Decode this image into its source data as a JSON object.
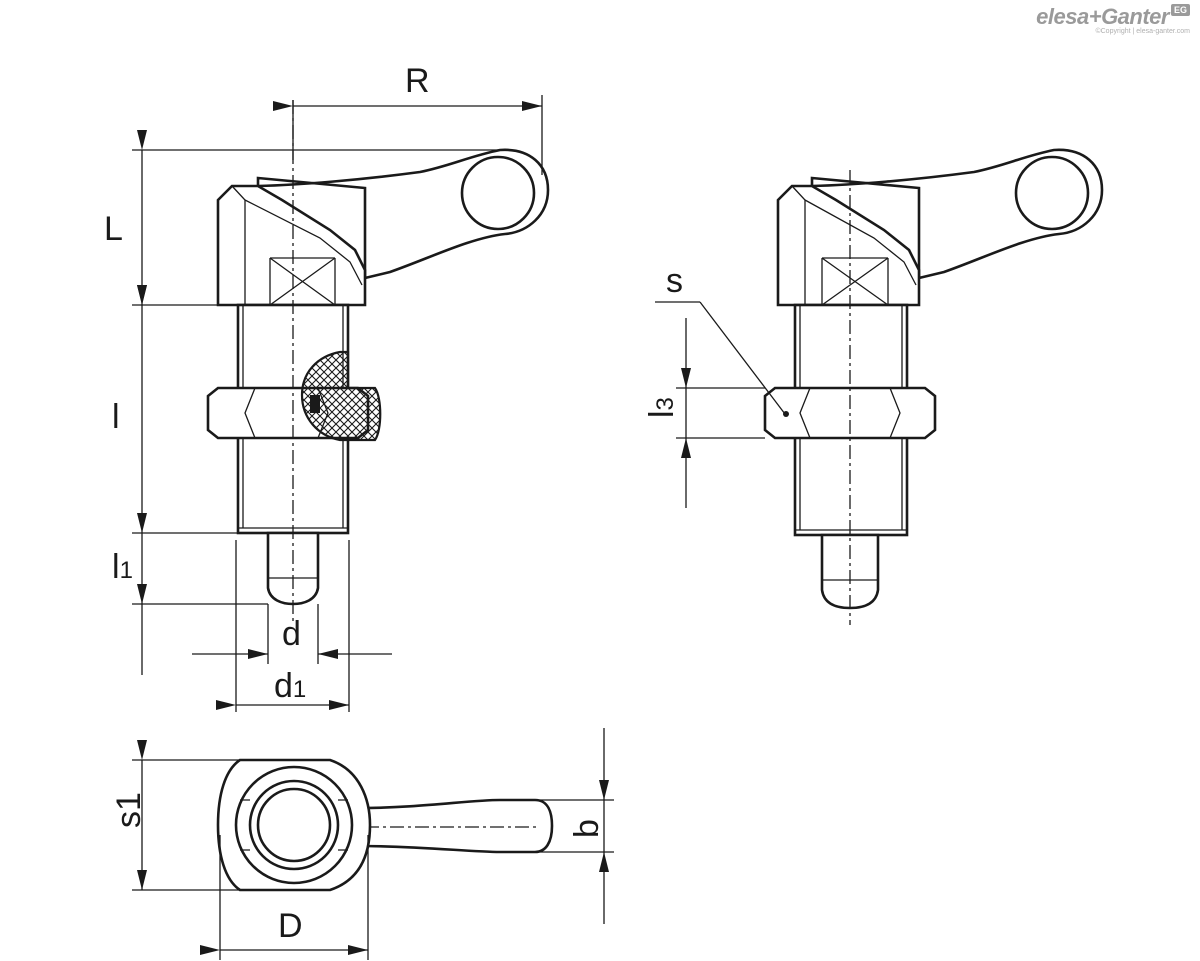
{
  "logo": {
    "brand": "elesa+Ganter",
    "badge": "EG",
    "copyright": "©Copyright | elesa-ganter.com"
  },
  "dimensions": {
    "R": "R",
    "L": "L",
    "l": "l",
    "l1_base": "l",
    "l1_sub": "1",
    "d": "d",
    "d1_base": "d",
    "d1_sub": "1",
    "s": "s",
    "l3_base": "l",
    "l3_sub": "3",
    "s1": "s1",
    "b": "b",
    "D": "D"
  }
}
